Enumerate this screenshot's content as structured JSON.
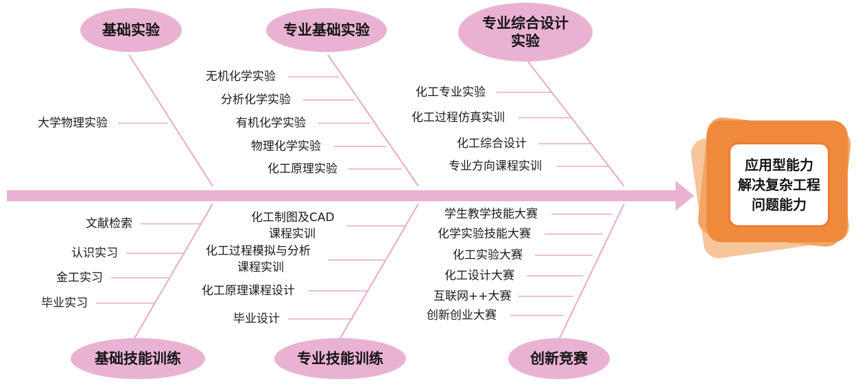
{
  "colors": {
    "spine": "#eab2d2",
    "bone": "#e7a9cb",
    "category_fill": "#eab2d2",
    "goal_border": "#f07a2e",
    "goal_back": [
      "#f6c59b",
      "#f3a565",
      "#ef8a3c"
    ]
  },
  "categories": {
    "basic_experiment": "基础实验",
    "professional_basic_experiment": "专业基础实验",
    "professional_design_experiment": [
      "专业综合设计",
      "实验"
    ],
    "basic_skill_training": "基础技能训练",
    "professional_skill_training": "专业技能训练",
    "innovation_competition": "创新竞赛"
  },
  "items": {
    "basic_experiment": [
      "大学物理实验"
    ],
    "professional_basic_experiment": [
      "无机化学实验",
      "分析化学实验",
      "有机化学实验",
      "物理化学实验",
      "化工原理实验"
    ],
    "professional_design_experiment": [
      "化工专业实验",
      "化工过程仿真实训",
      "化工综合设计",
      "专业方向课程实训"
    ],
    "basic_skill_training": [
      "文献检索",
      "认识实习",
      "金工实习",
      "毕业实习"
    ],
    "professional_skill_training": [
      "化工制图及CAD",
      "课程实训",
      "化工过程模拟与分析",
      "课程实训",
      "化工原理课程设计",
      "毕业设计"
    ],
    "innovation_competition": [
      "学生教学技能大赛",
      "化学实验技能大赛",
      "化工实验大赛",
      "化工设计大赛",
      "互联网++大赛",
      "创新创业大赛"
    ]
  },
  "goal": [
    "应用型能力",
    "解决复杂工程",
    "问题能力"
  ]
}
